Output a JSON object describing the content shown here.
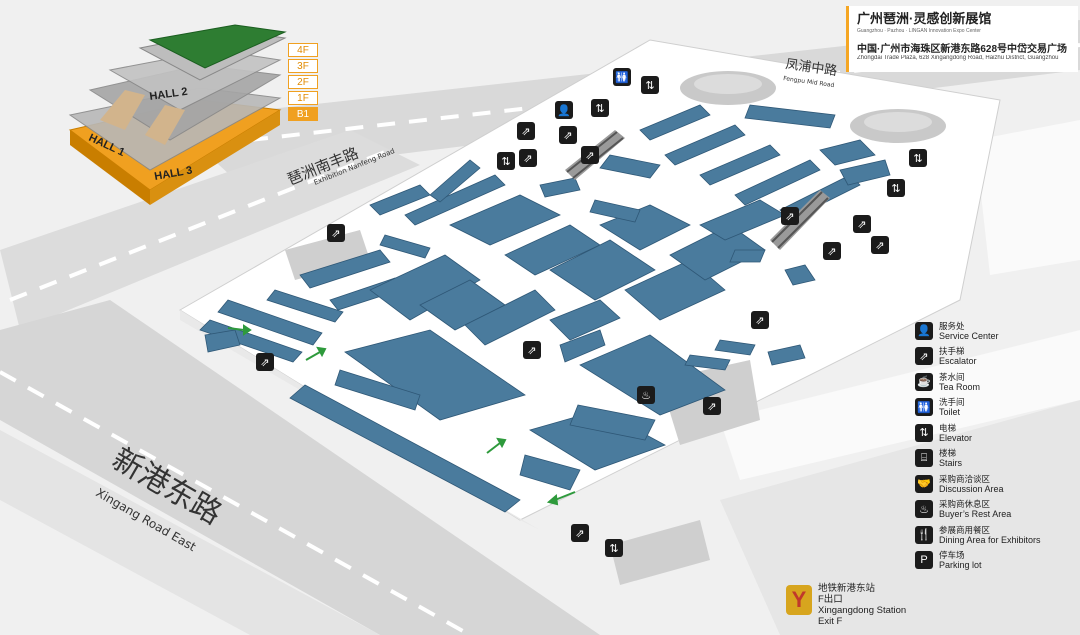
{
  "header": {
    "title_zh": "广州琶洲·灵感创新展馆",
    "title_en": "Guangzhou · Pazhou · LINGAN Innovation Expo Center",
    "address_zh": "中国·广州市海珠区新港东路628号中岱交易广场",
    "address_en": "Zhongdai Trade Plaza, 628 Xingangdong Road, Haizhu District, Guangzhou"
  },
  "floors": {
    "levels": [
      "4F",
      "3F",
      "2F",
      "1F",
      "B1"
    ],
    "current": "B1",
    "halls": [
      "HALL 2",
      "HALL 1",
      "HALL 3"
    ]
  },
  "roads": {
    "fengpu_zh": "凤浦中路",
    "fengpu_en": "Fengpu Mid Road",
    "nanfeng_zh": "琶洲南丰路",
    "nanfeng_en": "Exhibition Nanfeng Road",
    "xingang_zh": "新港东路",
    "xingang_en": "Xingang Road East"
  },
  "legend": [
    {
      "icon": "service-center-icon",
      "glyph": "👤",
      "zh": "服务处",
      "en": "Service Center"
    },
    {
      "icon": "escalator-icon",
      "glyph": "⇗",
      "zh": "扶手梯",
      "en": "Escalator"
    },
    {
      "icon": "tea-room-icon",
      "glyph": "☕",
      "zh": "茶水间",
      "en": "Tea Room"
    },
    {
      "icon": "toilet-icon",
      "glyph": "🚻",
      "zh": "洗手间",
      "en": "Toilet"
    },
    {
      "icon": "elevator-icon",
      "glyph": "⇅",
      "zh": "电梯",
      "en": "Elevator"
    },
    {
      "icon": "stairs-icon",
      "glyph": "⌸",
      "zh": "楼梯",
      "en": "Stairs"
    },
    {
      "icon": "discussion-area-icon",
      "glyph": "🤝",
      "zh": "采购商洽谈区",
      "en": "Discussion Area"
    },
    {
      "icon": "buyers-rest-area-icon",
      "glyph": "♨",
      "zh": "采购商休息区",
      "en": "Buyer’s Rest Area"
    },
    {
      "icon": "dining-area-icon",
      "glyph": "🍴",
      "zh": "参展商用餐区",
      "en": "Dining Area for Exhibitors"
    },
    {
      "icon": "parking-icon",
      "glyph": "P",
      "zh": "停车场",
      "en": "Parking lot"
    }
  ],
  "metro": {
    "glyph": "Y",
    "line1": "地铁新港东站",
    "line2": "F出口",
    "line3": "Xingangdong Station",
    "line4": "Exit F"
  },
  "colors": {
    "booth": "#4a7b9d",
    "floor": "#ffffff",
    "road": "#d9d9d9",
    "accent": "#f0a020",
    "arrow": "#2e9a3c"
  },
  "map_icons": [
    "escalator-icon",
    "elevator-icon",
    "toilet-icon",
    "service-center-icon",
    "stairs-icon"
  ]
}
